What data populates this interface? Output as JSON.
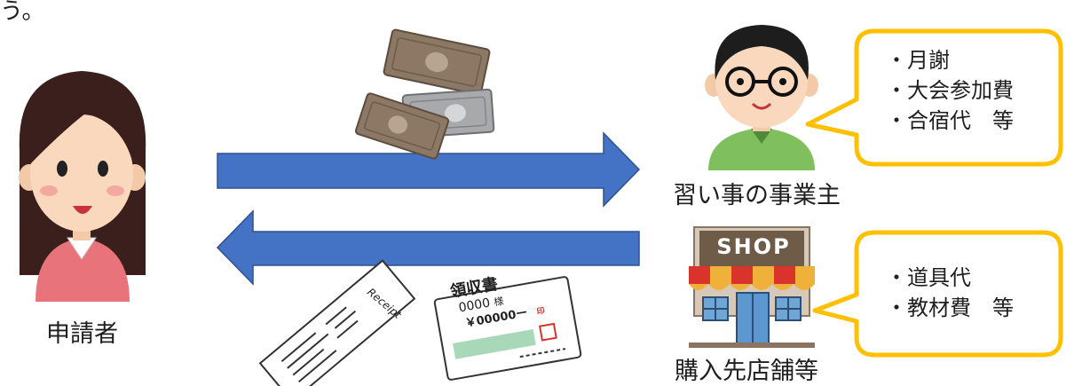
{
  "top_fragment": "う。",
  "applicant": {
    "label": "申請者"
  },
  "instructor": {
    "label": "習い事の事業主",
    "items": [
      "・月謝",
      "・大会参加費",
      "・合宿代　等"
    ]
  },
  "shop": {
    "label": "購入先店舗等",
    "sign": "SHOP",
    "items": [
      "・道具代",
      "・教材費　等"
    ]
  },
  "receipt": {
    "title": "Receipt"
  },
  "ryoshusho": {
    "title": "領収書",
    "name_line": "0000",
    "honorific": "様",
    "amount": "￥00000ー",
    "stamp": "印"
  },
  "colors": {
    "arrow": "#4472c4",
    "bubble_border": "#ffc000",
    "sweater_applicant": "#e8737a",
    "sweater_instructor": "#7fbf5e"
  }
}
